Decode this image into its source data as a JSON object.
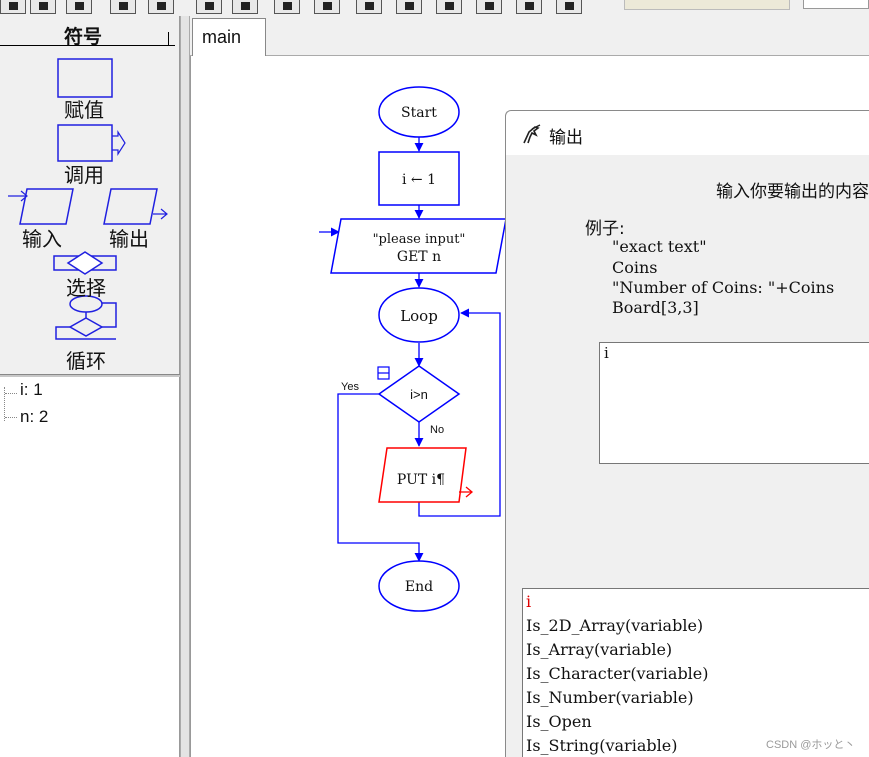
{
  "symbols": {
    "header": "符号",
    "items": [
      {
        "label": "赋值"
      },
      {
        "label": "调用"
      },
      {
        "label": "输入"
      },
      {
        "label": "输出"
      },
      {
        "label": "选择"
      },
      {
        "label": "循环"
      }
    ]
  },
  "variables": [
    {
      "text": "i: 1"
    },
    {
      "text": "n: 2"
    }
  ],
  "tabs": [
    {
      "label": "main"
    }
  ],
  "flowchart": {
    "start": "Start",
    "assign": "i ← 1",
    "input_line1": "\"please input\"",
    "input_line2": "GET n",
    "loop": "Loop",
    "decision": "i>n",
    "yes": "Yes",
    "no": "No",
    "output": "PUT i¶",
    "end": "End",
    "colors": {
      "shape": "#0000ff",
      "selected": "#ff0000"
    }
  },
  "dialog": {
    "title": "输出",
    "prompt": "输入你要输出的内容",
    "example_header": "例子:",
    "examples": [
      "\"exact text\"",
      "Coins",
      "\"Number of Coins: \"+Coins",
      "Board[3,3]"
    ],
    "input_value": "i",
    "suggestions": [
      {
        "text": "i",
        "highlight": true
      },
      {
        "text": "Is_2D_Array(variable)",
        "highlight": false
      },
      {
        "text": "Is_Array(variable)",
        "highlight": false
      },
      {
        "text": "Is_Character(variable)",
        "highlight": false
      },
      {
        "text": "Is_Number(variable)",
        "highlight": false
      },
      {
        "text": "Is_Open",
        "highlight": false
      },
      {
        "text": "Is_String(variable)",
        "highlight": false
      }
    ]
  },
  "watermark": "CSDN @ホッと丶"
}
